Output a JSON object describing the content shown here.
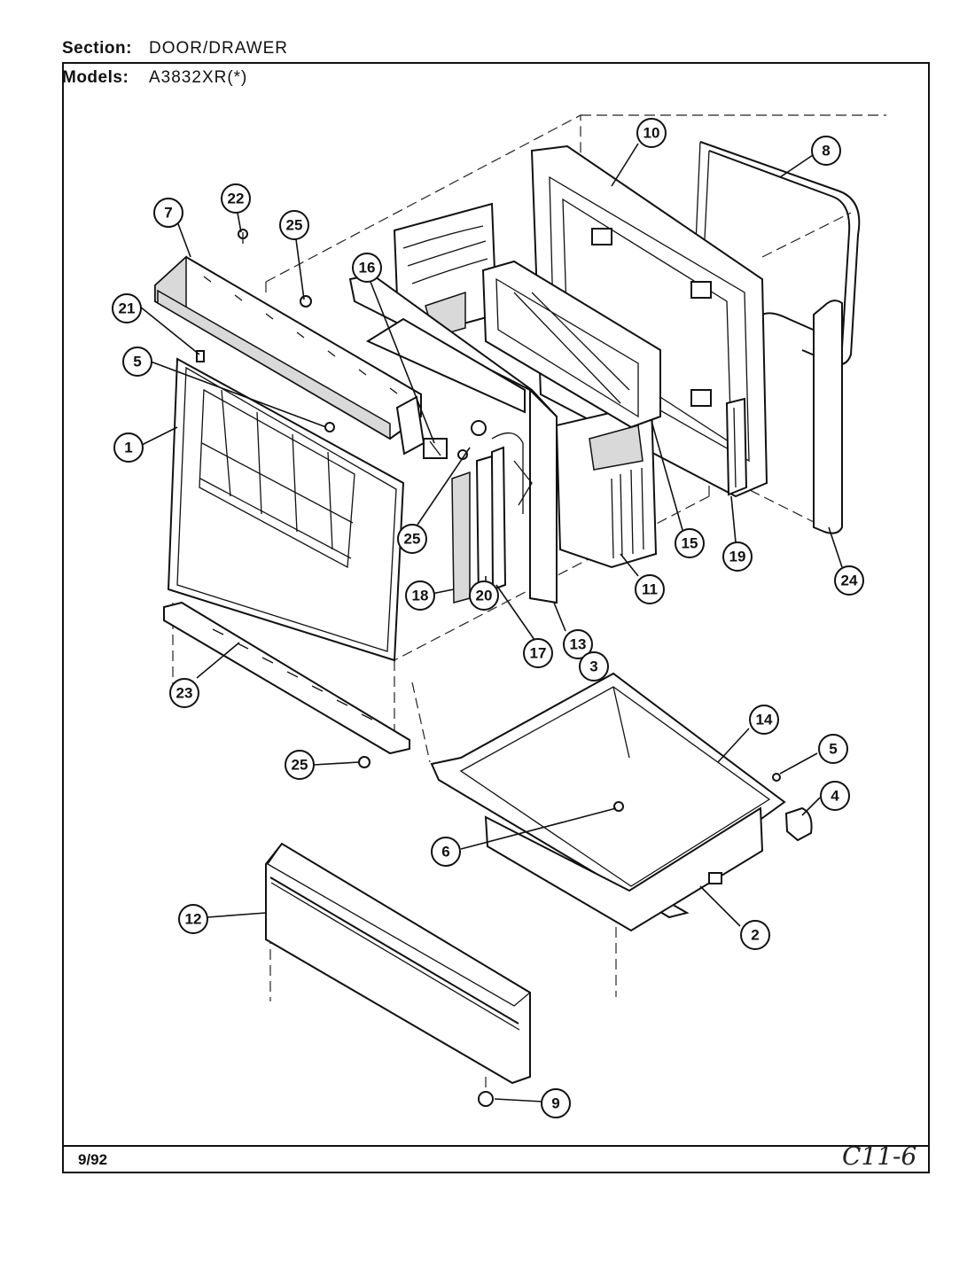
{
  "header": {
    "section_label": "Section:",
    "section_value": "DOOR/DRAWER",
    "models_label": "Models:",
    "models_value": "A3832XR(*)"
  },
  "footer": {
    "date": "9/92",
    "code": "C11-6"
  },
  "callouts": [
    {
      "id": "c10",
      "label": "10"
    },
    {
      "id": "c8",
      "label": "8"
    },
    {
      "id": "c7",
      "label": "7"
    },
    {
      "id": "c22",
      "label": "22"
    },
    {
      "id": "c25a",
      "label": "25"
    },
    {
      "id": "c16",
      "label": "16"
    },
    {
      "id": "c21",
      "label": "21"
    },
    {
      "id": "c5a",
      "label": "5"
    },
    {
      "id": "c1",
      "label": "1"
    },
    {
      "id": "c25b",
      "label": "25"
    },
    {
      "id": "c15",
      "label": "15"
    },
    {
      "id": "c19",
      "label": "19"
    },
    {
      "id": "c24",
      "label": "24"
    },
    {
      "id": "c11",
      "label": "11"
    },
    {
      "id": "c18",
      "label": "18"
    },
    {
      "id": "c20",
      "label": "20"
    },
    {
      "id": "c17",
      "label": "17"
    },
    {
      "id": "c13",
      "label": "13"
    },
    {
      "id": "c3",
      "label": "3"
    },
    {
      "id": "c23",
      "label": "23"
    },
    {
      "id": "c14",
      "label": "14"
    },
    {
      "id": "c5b",
      "label": "5"
    },
    {
      "id": "c4",
      "label": "4"
    },
    {
      "id": "c25c",
      "label": "25"
    },
    {
      "id": "c6",
      "label": "6"
    },
    {
      "id": "c12",
      "label": "12"
    },
    {
      "id": "c2",
      "label": "2"
    },
    {
      "id": "c9",
      "label": "9"
    }
  ]
}
